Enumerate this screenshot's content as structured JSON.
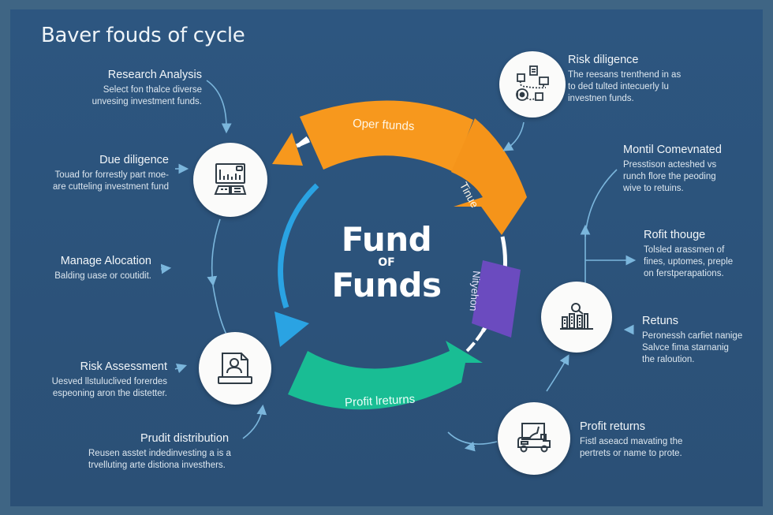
{
  "title": "Baver fouds of cycle",
  "center": {
    "line1": "Fund",
    "line2": "OF",
    "line3": "Funds"
  },
  "colors": {
    "background_outer": "#3f6584",
    "background_card": "#2c527a",
    "orange": "#f7981d",
    "teal": "#19bd94",
    "purple": "#6b4bbf",
    "blue": "#2aa3e3",
    "connector": "#7bb6dc",
    "node_fill": "#fbfbfa",
    "icon_stroke": "#2f3b45"
  },
  "cycle_segments": [
    {
      "label": "Oper ftunds",
      "color": "#f7981d"
    },
    {
      "label": "Tinue",
      "color": "#f7981d"
    },
    {
      "label": "Nityehon",
      "color": "#6b4bbf"
    },
    {
      "label": "Profit lreturns",
      "color": "#19bd94"
    },
    {
      "label": "",
      "color": "#2aa3e3"
    }
  ],
  "left_steps": [
    {
      "heading": "Research Analysis",
      "desc_lines": [
        "Select fon thalce diverse",
        "unvesing investment funds."
      ]
    },
    {
      "heading": "Due diligence",
      "desc_lines": [
        "Touad for forrestly part moe-",
        "are cutteling investment fund"
      ]
    },
    {
      "heading": "Manage Alocation",
      "desc_lines": [
        "Balding uase or coutidit."
      ]
    },
    {
      "heading": "Risk Assessment",
      "desc_lines": [
        "Uesved llstuluclived forerdes",
        "espeoning aron the distetter."
      ]
    },
    {
      "heading": "Prudit distribution",
      "desc_lines": [
        "Reusen asstet indedinvesting a is a",
        "trvelluting arte distiona investhers."
      ]
    }
  ],
  "right_steps": [
    {
      "heading": "Risk diligence",
      "desc_lines": [
        "The reesans trenthend in as",
        "to ded tulted intecuerly lu",
        "investnen funds."
      ]
    },
    {
      "heading": "Montil Comevnated",
      "desc_lines": [
        "Presstison acteshed vs",
        "runch flore the peoding",
        "wive to retuins."
      ]
    },
    {
      "heading": "Rofit thouge",
      "desc_lines": [
        "Tolsled arassmen of",
        "fines, uptomes, preple",
        "on ferstperapations."
      ]
    },
    {
      "heading": "Retuns",
      "desc_lines": [
        "Peronessh carfiet nanige",
        "Salvce fima starnanig",
        "the raloution."
      ]
    },
    {
      "heading": "Profit returns",
      "desc_lines": [
        "Fistl aseacd mavating the",
        "pertrets or name to prote."
      ]
    }
  ],
  "nodes": [
    {
      "id": "due-diligence",
      "icon": "dashboard-monitor-icon"
    },
    {
      "id": "risk-assessment",
      "icon": "profile-document-icon"
    },
    {
      "id": "risk-diligence",
      "icon": "network-flow-icon"
    },
    {
      "id": "returns",
      "icon": "bar-chart-search-icon"
    },
    {
      "id": "profit-returns",
      "icon": "delivery-truck-icon"
    }
  ]
}
